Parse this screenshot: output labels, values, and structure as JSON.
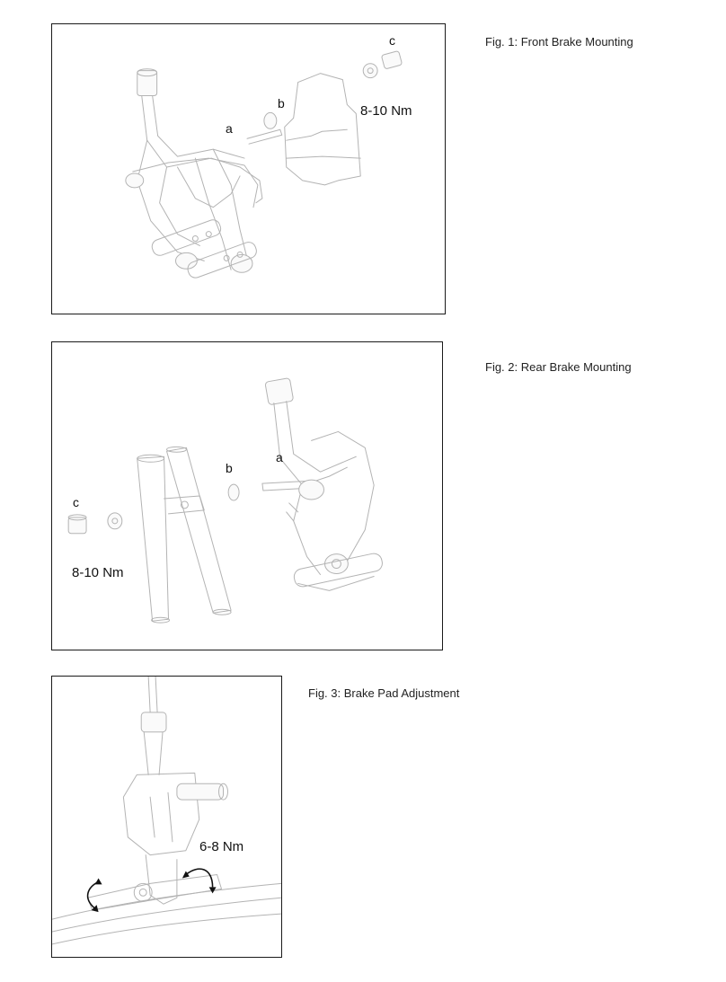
{
  "figures": [
    {
      "caption": "Fig. 1:  Front Brake Mounting",
      "labels": [
        "a",
        "b",
        "c"
      ],
      "torque": "8-10 Nm"
    },
    {
      "caption": "Fig. 2:  Rear Brake Mounting",
      "labels": [
        "a",
        "b",
        "c"
      ],
      "torque": "8-10 Nm"
    },
    {
      "caption": "Fig. 3:  Brake Pad Adjustment",
      "torque": "6-8 Nm"
    }
  ]
}
